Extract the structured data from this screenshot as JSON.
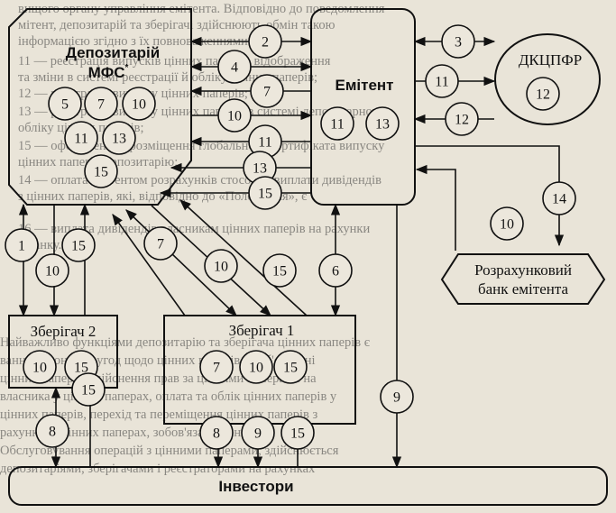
{
  "nodes": {
    "depository": {
      "line1": "Депозитарій",
      "line2": "МФС",
      "sup": "*"
    },
    "issuer": {
      "label": "Емітент"
    },
    "dkcpfr": {
      "label": "ДКЦПФР"
    },
    "custodian2": {
      "label": "Зберігач 2"
    },
    "custodian1": {
      "label": "Зберігач 1"
    },
    "settlement_bank": {
      "line1": "Розрахунковий",
      "line2": "банк емітента"
    },
    "investors": {
      "label": "Інвестори"
    }
  },
  "circles": {
    "depository_inner": [
      "5",
      "7",
      "10",
      "11",
      "13",
      "15"
    ],
    "issuer_inner": [
      "11",
      "13"
    ],
    "dkcpfr_inner": [
      "12"
    ],
    "custodian2_inner": [
      "10",
      "15"
    ],
    "custodian1_inner": [
      "7",
      "10",
      "15"
    ],
    "dep_issuer": [
      "2",
      "4",
      "7",
      "10",
      "11",
      "13",
      "15"
    ],
    "issuer_dkcpfr": [
      "3",
      "11",
      "12"
    ],
    "issuer_bank": [
      "14",
      "10"
    ],
    "dep_custodian2": [
      "1",
      "10",
      "15"
    ],
    "dep_custodian1": [
      "7",
      "10",
      "15",
      "6"
    ],
    "custodian2_investors": [
      "8",
      "15"
    ],
    "custodian1_investors": [
      "8",
      "9",
      "15"
    ],
    "issuer_investors": [
      "9"
    ]
  },
  "background_text": [
    "вищого органу управління емітента. Відповідно до поведомлення",
    "мітент, депозитарій та зберігачі здійснюють обмін такою",
    "інформацією згідно з їх повноваженнями.",
    "11 — реєстрація випусків цінних паперів, відображення",
    "та зміни в системі реєстрації й обліку цінних паперів;",
    "12 — реєстрація випуску цінних паперів;",
    "13 — реєстрація випуску цінних паперів в системі депозитарного",
    "обліку цінних паперів;",
    "15 — оформлення і розміщення глобального сертифіката випуску",
    "цінних паперів депозитарію;",
    "14 — оплата емітентом розрахунків стосовно виплати дивідендів",
    "з цінних паперів, які, відповідно до «Положення», є",
    "",
    "16 — виплата дивідендів власникам цінних паперів на рахунки",
    "в банку.",
    "Найважливо функціями депозитарію та зберігача цінних паперів є",
    "вання виконання угод щодо цінних паперів та об'єктивні",
    "цінних паперів, здійснення прав за цінними паперами на",
    "власника у цінних паперах, оплата та облік цінних паперів у",
    "цінних паперів, перехід та переміщення цінних паперів з",
    "рахунків в цінних паперах, зобов'язань за ними;",
    "Обслуговування операцій з цінними паперами, здійснюється",
    "депозитаріями, зберігачами і реєстраторами на рахунках"
  ]
}
